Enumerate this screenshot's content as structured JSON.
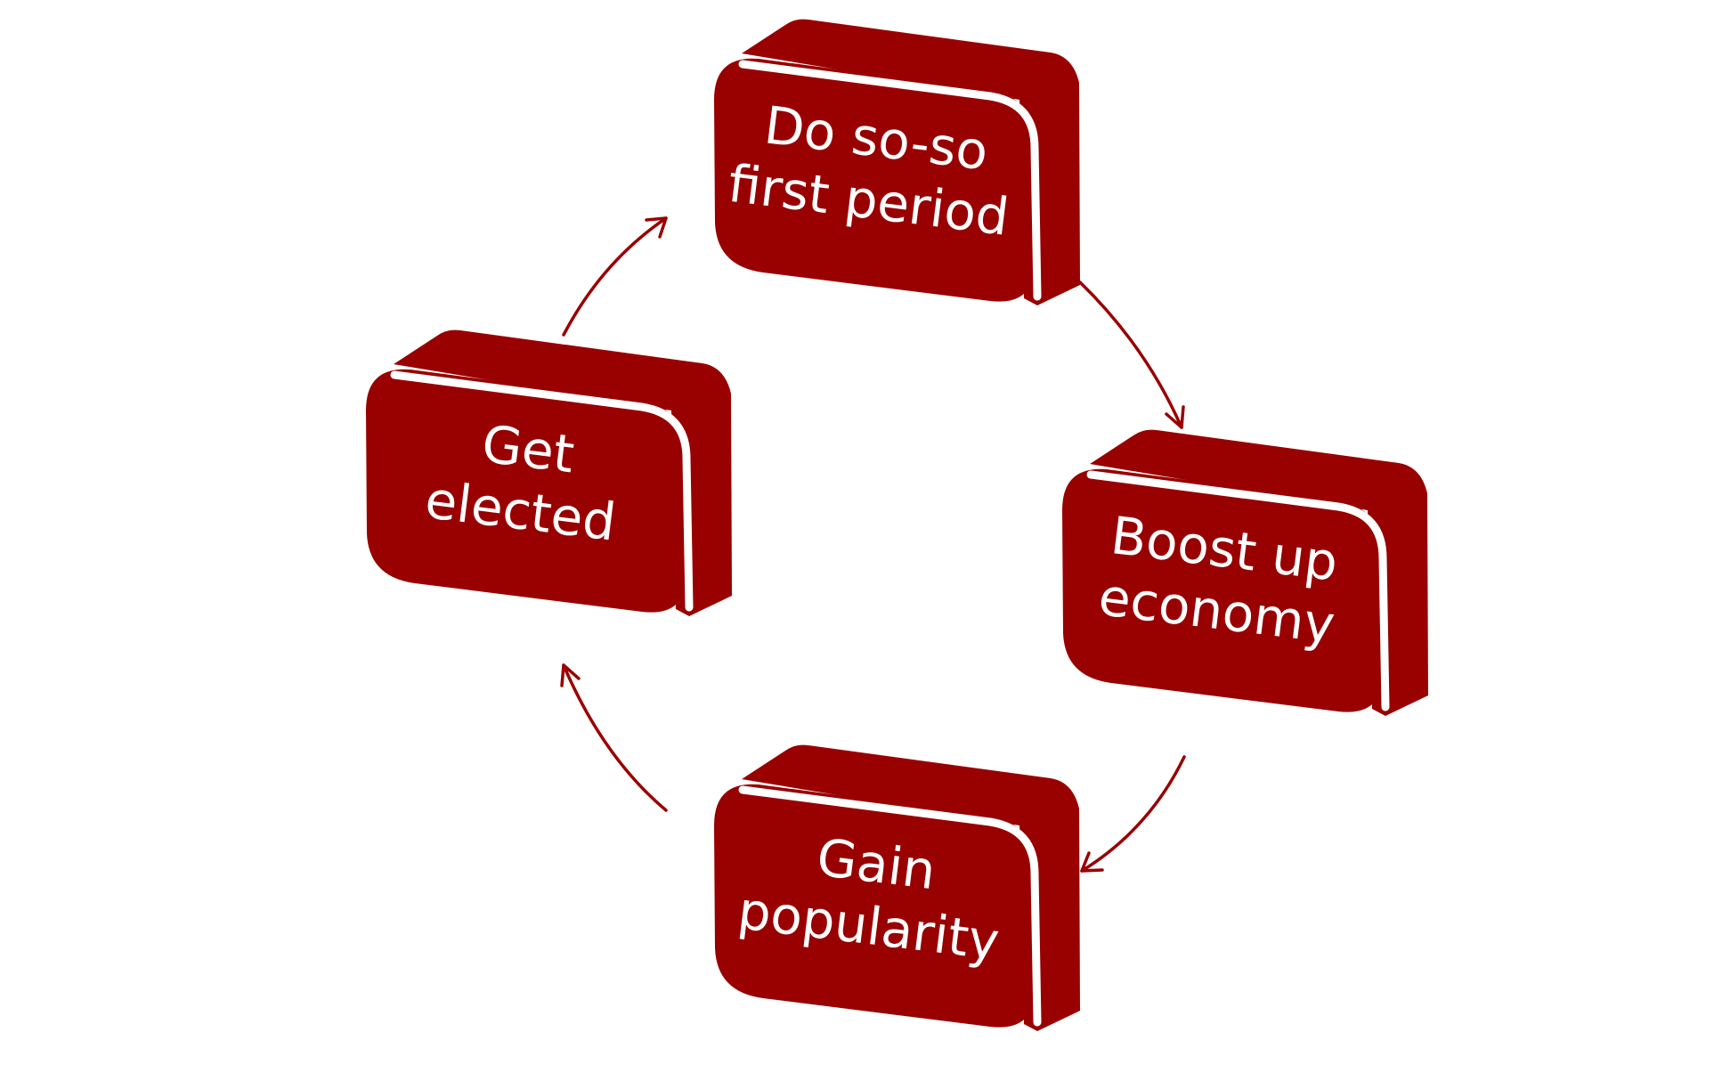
{
  "diagram": {
    "type": "cycle",
    "accent_color": "#990000",
    "text_color": "#ffffff",
    "steps": [
      {
        "id": "step-1",
        "lines": [
          "Do so-so",
          "first period"
        ]
      },
      {
        "id": "step-2",
        "lines": [
          "Boost up",
          "economy"
        ]
      },
      {
        "id": "step-3",
        "lines": [
          "Gain",
          "popularity"
        ]
      },
      {
        "id": "step-4",
        "lines": [
          "Get",
          "elected"
        ]
      }
    ],
    "connections": [
      {
        "from": "step-1",
        "to": "step-2"
      },
      {
        "from": "step-2",
        "to": "step-3"
      },
      {
        "from": "step-3",
        "to": "step-4"
      },
      {
        "from": "step-4",
        "to": "step-1"
      }
    ]
  }
}
